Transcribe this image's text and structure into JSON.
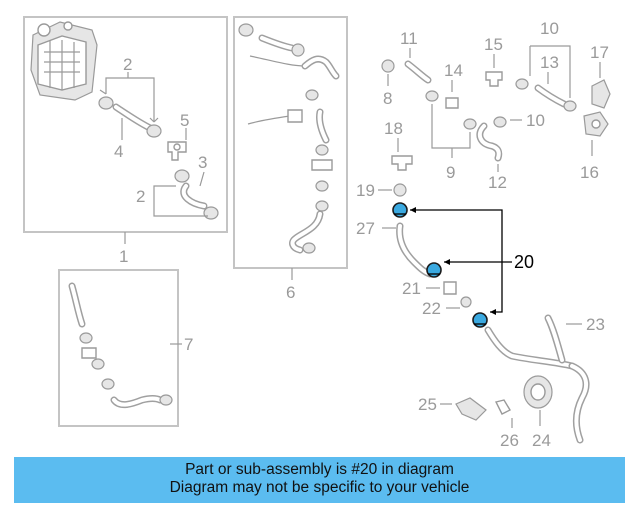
{
  "callouts": {
    "c1": "1",
    "c2": "2",
    "c2b": "2",
    "c3": "3",
    "c4": "4",
    "c5": "5",
    "c6": "6",
    "c7": "7",
    "c8": "8",
    "c9": "9",
    "c10": "10",
    "c10b": "10",
    "c11": "11",
    "c12": "12",
    "c13": "13",
    "c14": "14",
    "c15": "15",
    "c16": "16",
    "c17": "17",
    "c18": "18",
    "c19": "19",
    "c20": "20",
    "c21": "21",
    "c22": "22",
    "c23": "23",
    "c24": "24",
    "c25": "25",
    "c26": "26",
    "c27": "27"
  },
  "highlight_part": "20",
  "colors": {
    "banner": "#5bbcf0",
    "highlight_clamp": "#3aa9e0",
    "line_art": "#9a9a9a"
  },
  "banner": {
    "line1": "Part or sub-assembly is #20 in diagram",
    "line2": "Diagram may not be specific to your vehicle"
  }
}
